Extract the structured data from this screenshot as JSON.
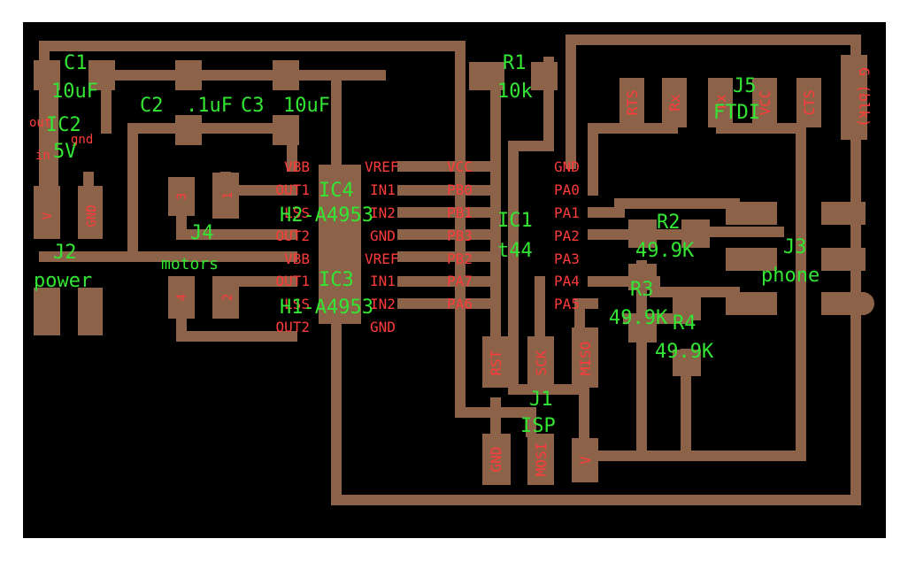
{
  "board": {
    "parts": {
      "c1": {
        "ref": "C1",
        "value": "10uF"
      },
      "c2": {
        "ref": "C2",
        "value": ".1uF"
      },
      "c3": {
        "ref": "C3",
        "value": "10uF"
      },
      "ic2": {
        "ref": "IC2",
        "value": "5V",
        "pin_out": "out",
        "pin_in": "in",
        "pin_gnd": "gnd"
      },
      "j2": {
        "ref": "J2",
        "label": "power",
        "pin_v": "V",
        "pin_gnd": "GND"
      },
      "j4": {
        "ref": "J4",
        "label": "motors",
        "pins": [
          "1",
          "2",
          "3",
          "4"
        ]
      },
      "ic4": {
        "ref": "IC4",
        "name": "H2-A4953"
      },
      "ic3": {
        "ref": "IC3",
        "name": "H1-A4953"
      },
      "ic1": {
        "ref": "IC1",
        "name": "t44"
      },
      "r1": {
        "ref": "R1",
        "value": "10k"
      },
      "r2": {
        "ref": "R2",
        "value": "49.9K"
      },
      "r3": {
        "ref": "R3",
        "value": "49.9K"
      },
      "r4": {
        "ref": "R4",
        "value": "49.9K"
      },
      "j5": {
        "ref": "J5",
        "name": "FTDI",
        "pins": [
          "RTS",
          "Rx",
          "Tx",
          "VCC",
          "CTS",
          "G (blk)"
        ]
      },
      "j3": {
        "ref": "J3",
        "name": "phone"
      },
      "j1": {
        "ref": "J1",
        "name": "ISP",
        "pins": [
          "RST",
          "SCK",
          "MISO",
          "GND",
          "MOSI",
          "V"
        ]
      }
    },
    "ic4_left_pins": [
      "VBB",
      "OUT1",
      "LSS",
      "OUT2"
    ],
    "ic4_right_pins": [
      "VREF",
      "IN1",
      "IN2",
      "GND"
    ],
    "ic3_left_pins": [
      "VBB",
      "OUT1",
      "LSS",
      "OUT2"
    ],
    "ic3_right_pins": [
      "VREF",
      "IN1",
      "IN2",
      "GND"
    ],
    "ic1_left_pins": [
      "VCC",
      "PB0",
      "PB1",
      "PB3",
      "PB2",
      "PA7",
      "PA6"
    ],
    "ic1_right_pins": [
      "GND",
      "PA0",
      "PA1",
      "PA2",
      "PA3",
      "PA4",
      "PA5"
    ]
  },
  "colors": {
    "background": "#000000",
    "copper": "#8c6249",
    "part_label": "#33e633",
    "pin_label": "#ff3b3b"
  }
}
